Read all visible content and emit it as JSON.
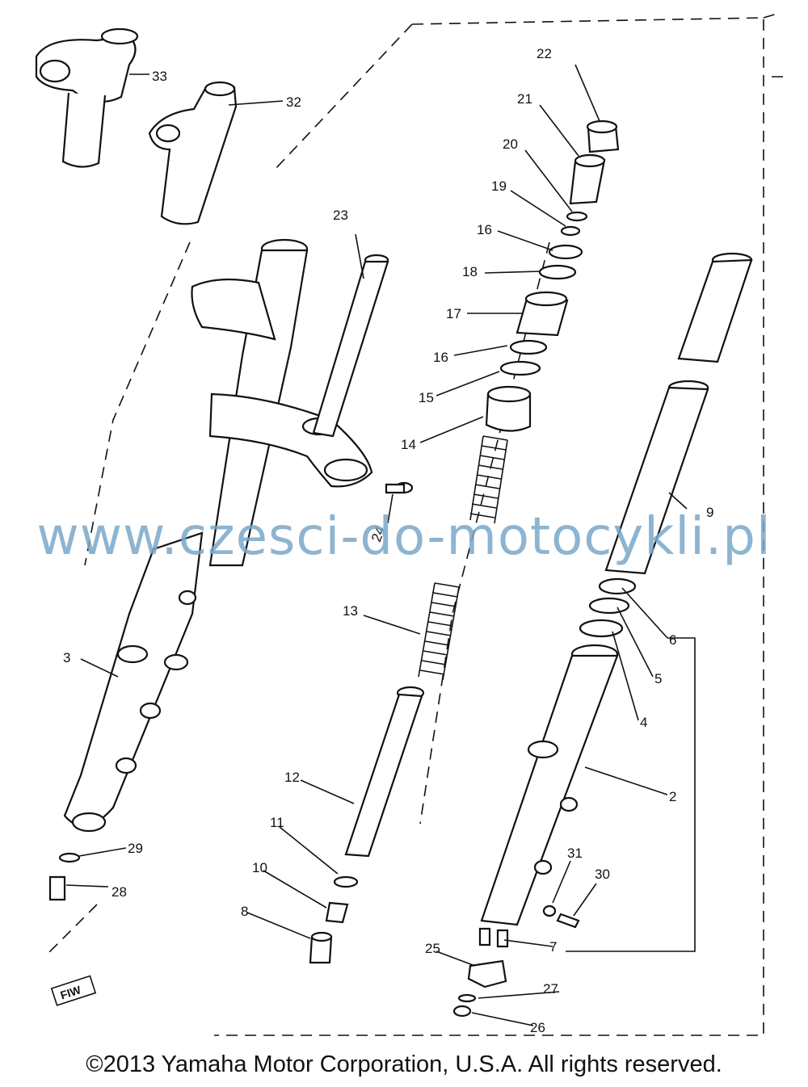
{
  "diagram": {
    "callouts": [
      "33",
      "32",
      "23",
      "22",
      "21",
      "20",
      "19",
      "16",
      "18",
      "17",
      "16",
      "15",
      "14",
      "9",
      "24",
      "6",
      "5",
      "4",
      "13",
      "3",
      "12",
      "2",
      "11",
      "10",
      "8",
      "31",
      "30",
      "29",
      "28",
      "25",
      "7",
      "27",
      "26"
    ],
    "stamp_text": "FIW"
  },
  "watermark": "www.czesci-do-motocykli.pl",
  "copyright": "©2013 Yamaha Motor Corporation, U.S.A. All rights reserved."
}
